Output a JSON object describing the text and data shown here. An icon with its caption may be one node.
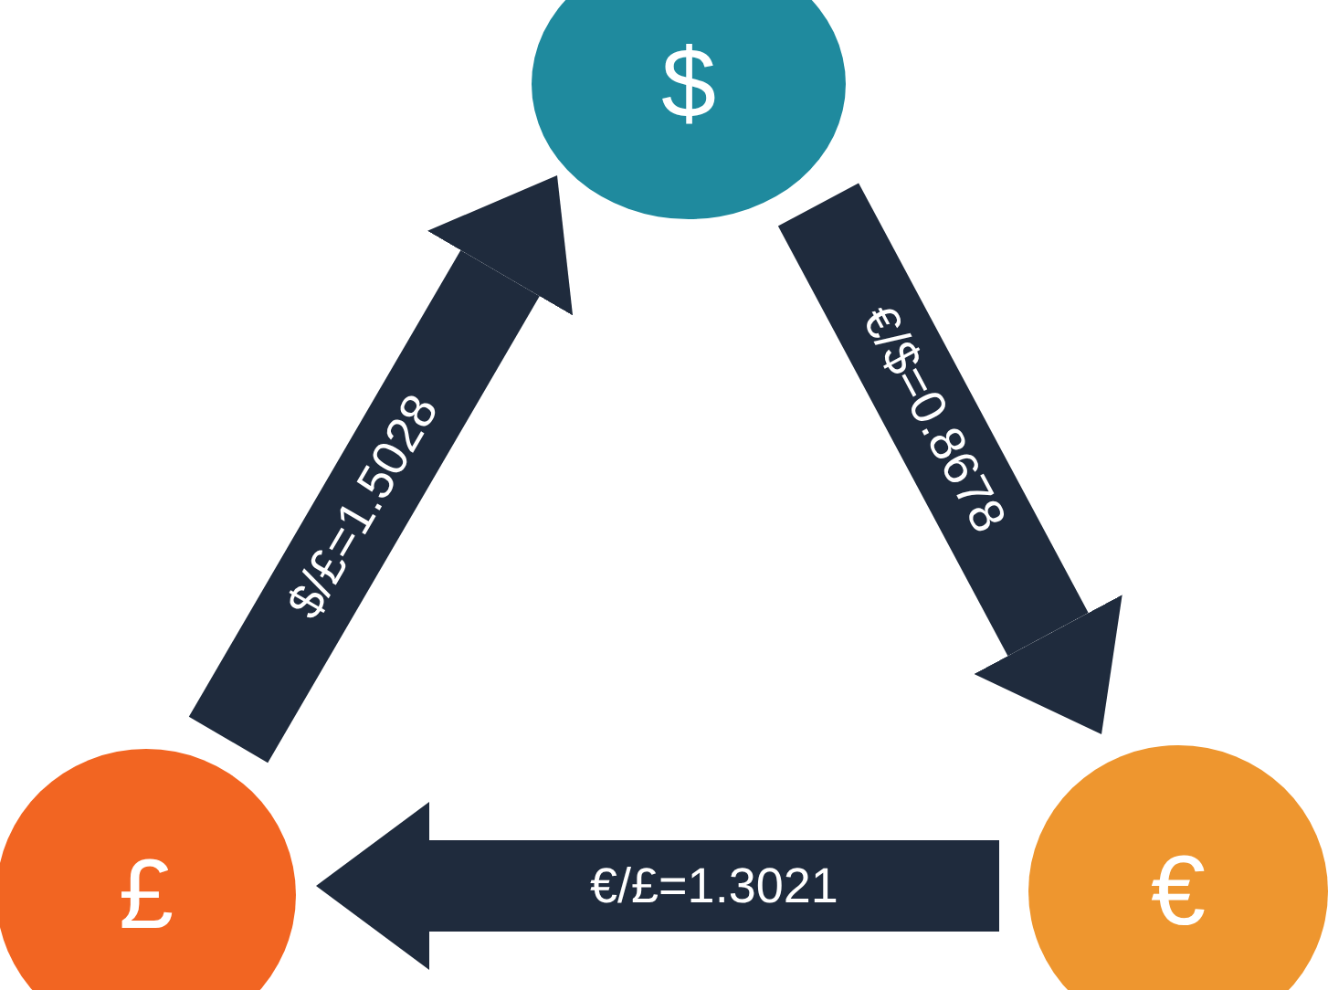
{
  "diagram": {
    "nodes": [
      {
        "text": [
          "$"
        ]
      },
      {
        "text": [
          "€"
        ]
      },
      {
        "text": [
          "£"
        ]
      }
    ],
    "edges": [
      {
        "from": 2,
        "to": 0,
        "arrow": "to",
        "label": "$/£=1.5028"
      },
      {
        "from": 0,
        "to": 1,
        "arrow": "to",
        "label": "€/$=0.8678"
      },
      {
        "from": 1,
        "to": 2,
        "arrow": "to",
        "label": "€/£=1.3021"
      }
    ]
  }
}
